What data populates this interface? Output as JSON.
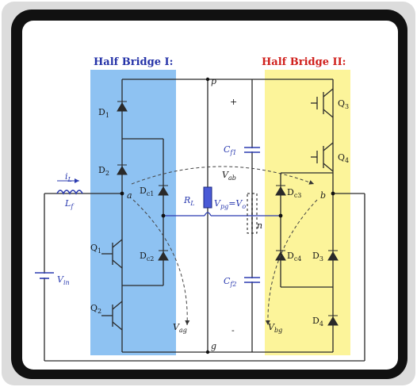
{
  "titles": {
    "half_bridge_1": "Half Bridge I:",
    "half_bridge_2": "Half Bridge II:"
  },
  "nodes": {
    "p": "p",
    "g": "g",
    "a": "a",
    "b": "b",
    "n": "n"
  },
  "polarity": {
    "plus": "+",
    "minus": "-"
  },
  "components": {
    "D1": "D",
    "D1_sub": "1",
    "D2": "D",
    "D2_sub": "2",
    "D3": "D",
    "D3_sub": "3",
    "D4": "D",
    "D4_sub": "4",
    "Dc1": "D",
    "Dc1_sub": "c1",
    "Dc2": "D",
    "Dc2_sub": "c2",
    "Dc3": "D",
    "Dc3_sub": "c3",
    "Dc4": "D",
    "Dc4_sub": "c4",
    "Q1": "Q",
    "Q1_sub": "1",
    "Q2": "Q",
    "Q2_sub": "2",
    "Q3": "Q",
    "Q3_sub": "3",
    "Q4": "Q",
    "Q4_sub": "4",
    "C1": "C",
    "C1_sub": "f1",
    "C2": "C",
    "C2_sub": "f2",
    "RL": "R",
    "RL_sub": "L",
    "iL": "i",
    "iL_sub": "L",
    "Lf": "L",
    "Lf_sub": "f",
    "Vin": "V",
    "Vin_sub": "in"
  },
  "voltages": {
    "vab": "V",
    "vab_sub": "ab",
    "vag": "V",
    "vag_sub": "ag",
    "vbg": "V",
    "vbg_sub": "bg",
    "vpg": "V",
    "vpg_sub": "pg",
    "eq": "=V",
    "vo_sub": "o"
  },
  "colors": {
    "bridge1_fill": "#8ec2f2",
    "bridge2_fill": "#fcf49a",
    "wire": "#2a2a2a",
    "blue_wire": "#2b3bb0",
    "frame": "#111111"
  }
}
